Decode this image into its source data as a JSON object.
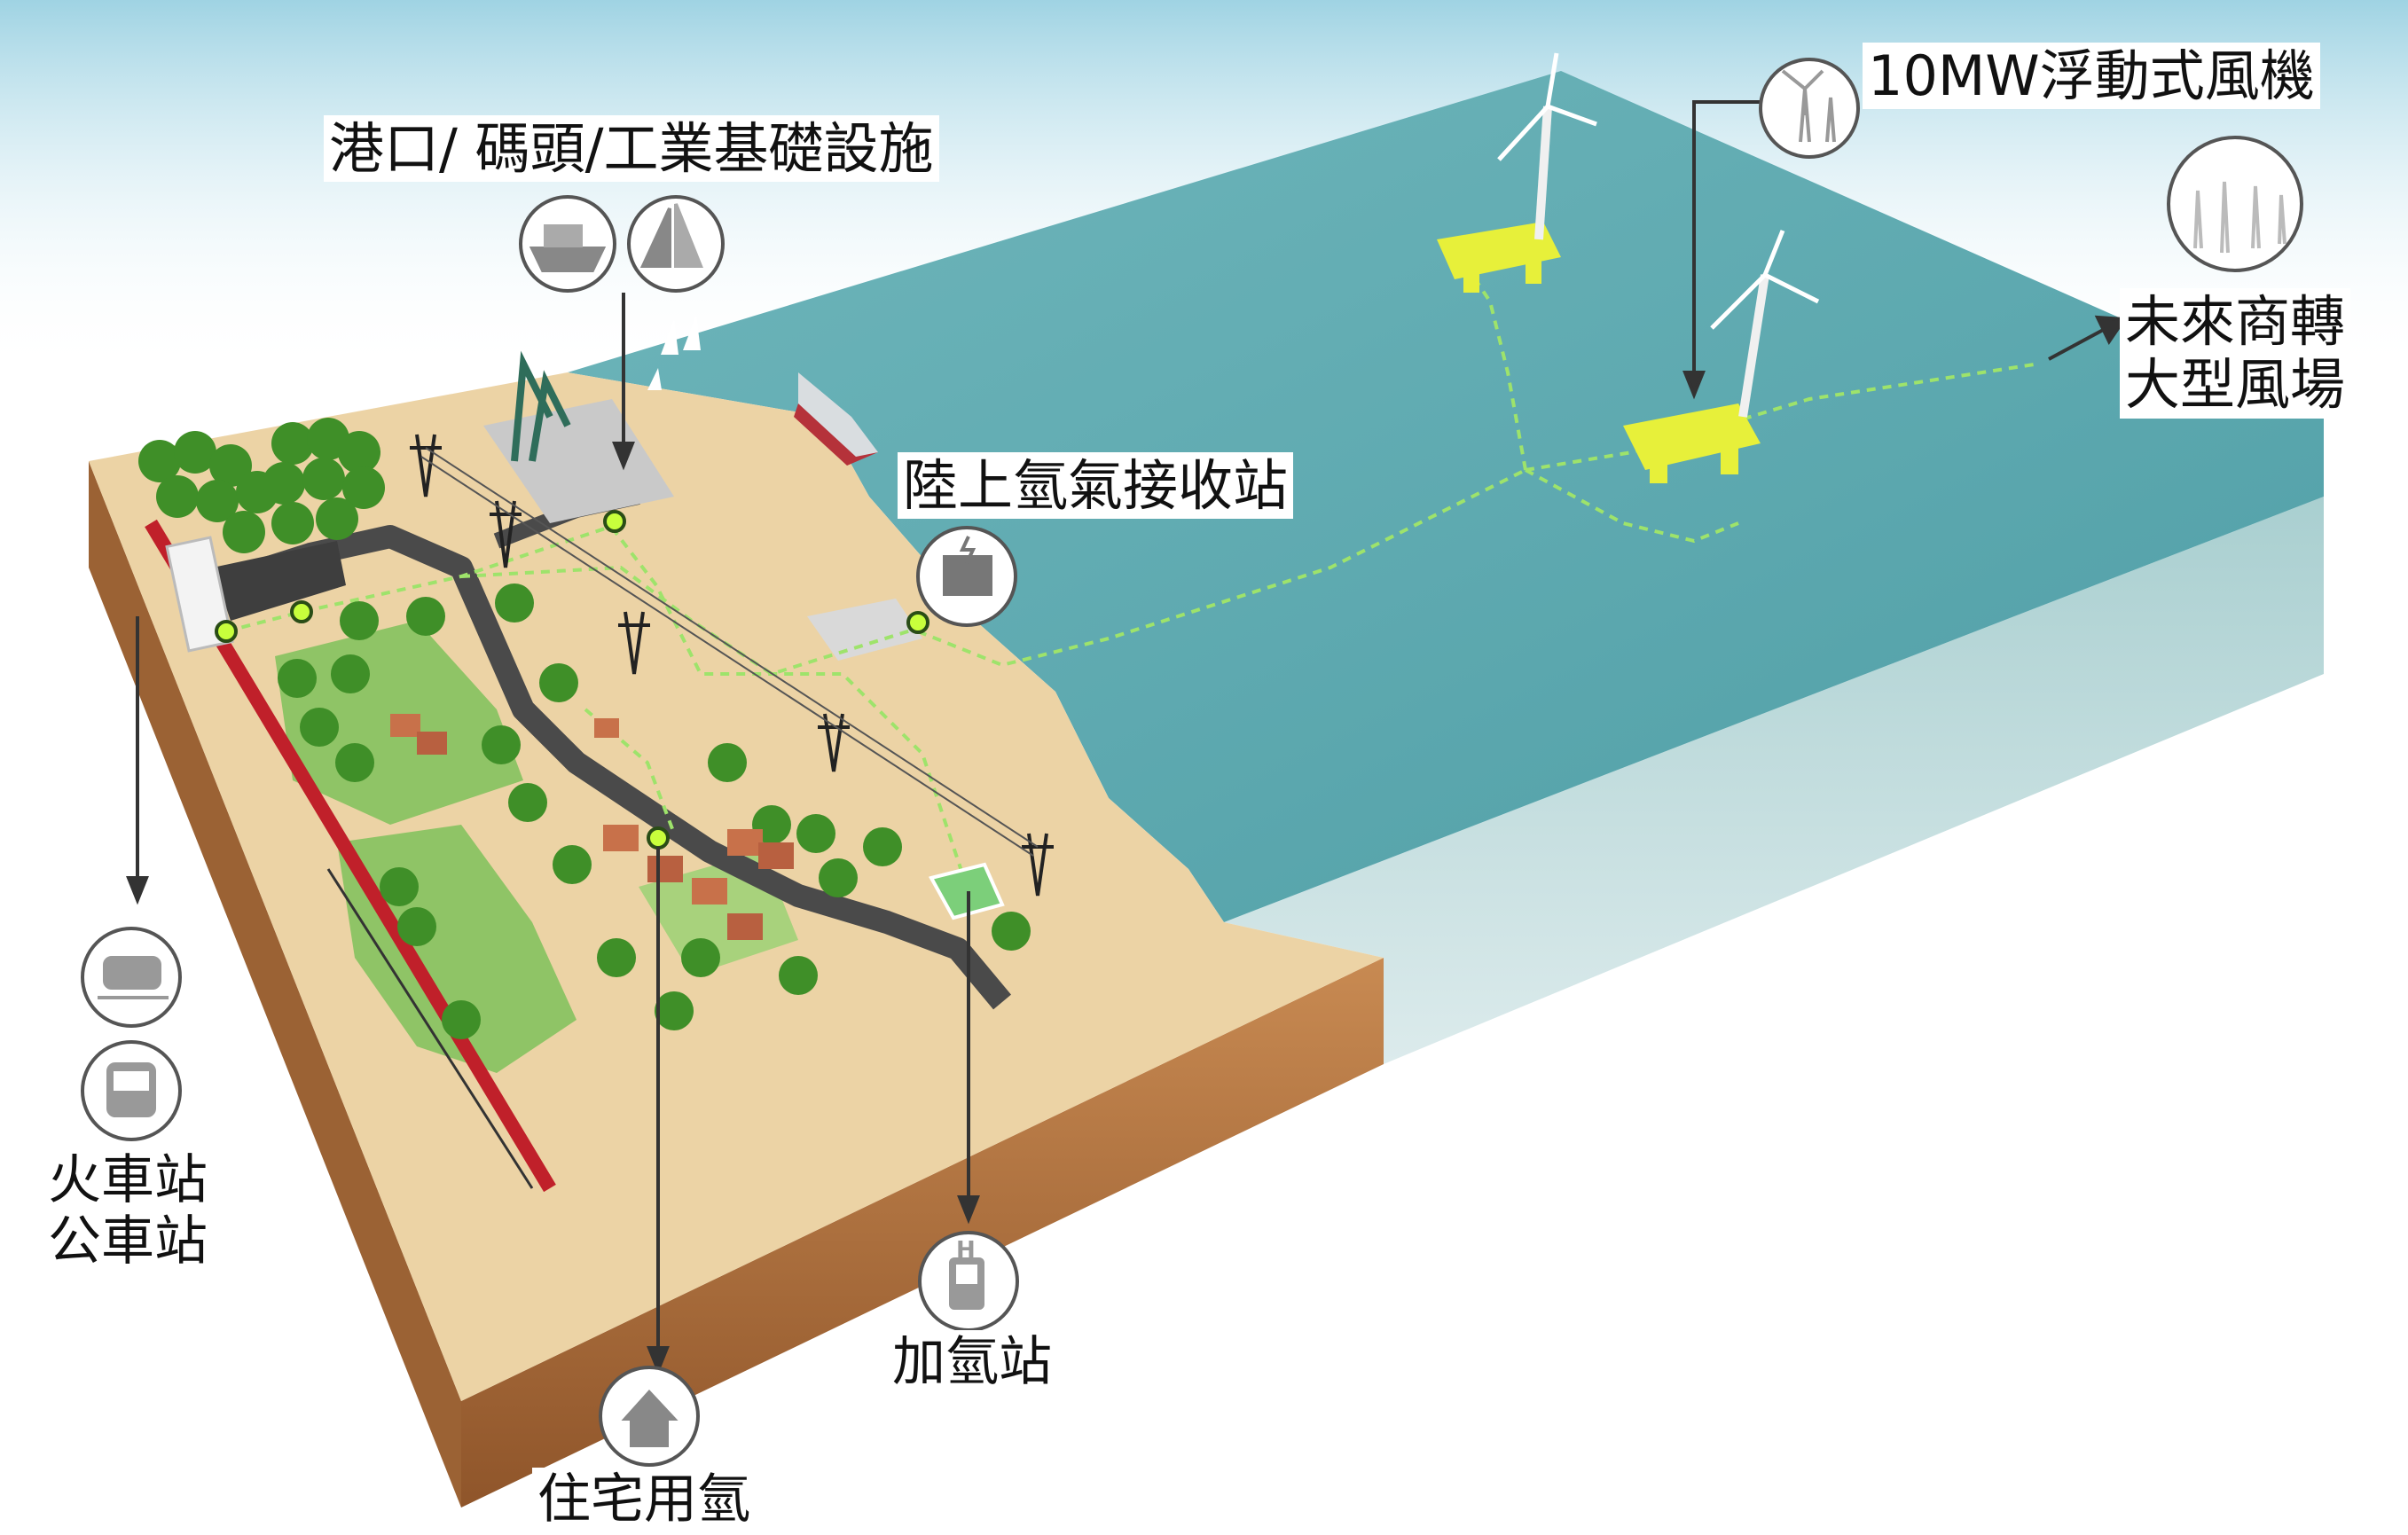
{
  "labels": {
    "turbine": "10MW浮動式風機",
    "port": "港口/ 碼頭/工業基礎設施",
    "future_line1": "未來商轉",
    "future_line2": "大型風場",
    "receiving_station": "陸上氫氣接收站",
    "train_station": "火車站",
    "bus_station": "公車站",
    "refueling": "加氫站",
    "residential": "住宅用氫",
    "icon_h_letter": "H"
  },
  "colors": {
    "sky_top": "#9fd3e3",
    "sea": "#4f9ea6",
    "sea_light": "#6fb6bb",
    "sea_side": "#a9cfd0",
    "sand": "#ecd3a5",
    "soil": "#b77a45",
    "soil_dark": "#8f552a",
    "tree": "#3f8f28",
    "grass": "#8fc466",
    "road": "#4a4a4a",
    "pipeline": "#9ee36b",
    "node": "#c8ff3c",
    "turbine_platform": "#e7f03a",
    "rail": "#c0202a",
    "icon_stroke": "#555555"
  },
  "icons": [
    "wind-turbine-icon",
    "wind-farm-icon",
    "cargo-ship-icon",
    "sailboat-icon",
    "hydrogen-station-icon",
    "train-icon",
    "bus-icon",
    "hydrogen-pump-icon",
    "house-icon"
  ]
}
